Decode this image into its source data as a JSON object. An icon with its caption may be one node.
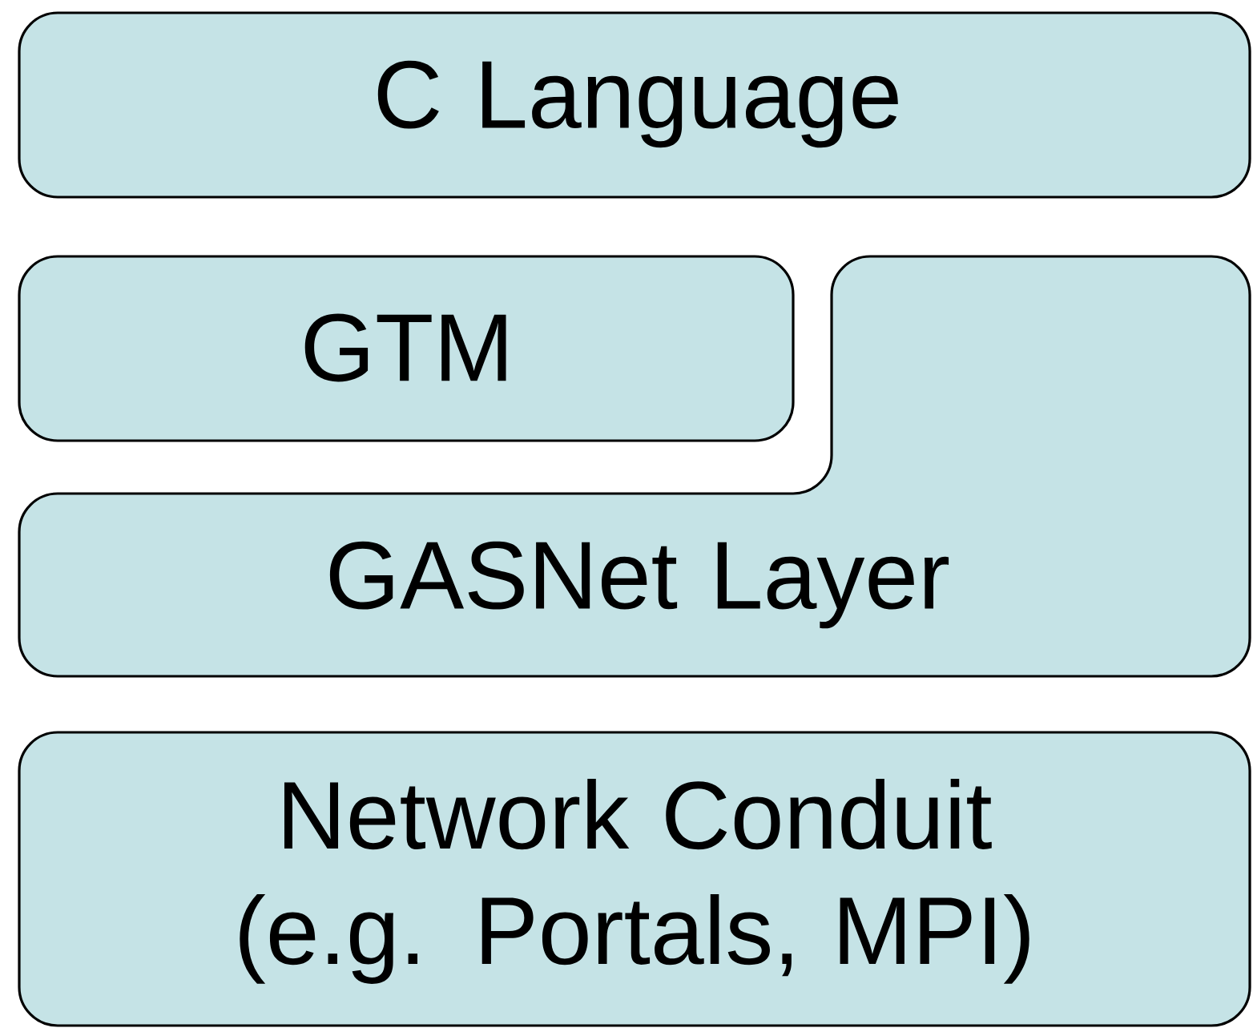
{
  "diagram": {
    "nodes": [
      {
        "text": [
          "C Language"
        ]
      },
      {
        "text": [
          "GTM"
        ]
      },
      {
        "text": [
          "GASNet Layer"
        ]
      },
      {
        "text": [
          "Network Conduit (e.g. Portals, MPI)"
        ]
      }
    ]
  }
}
